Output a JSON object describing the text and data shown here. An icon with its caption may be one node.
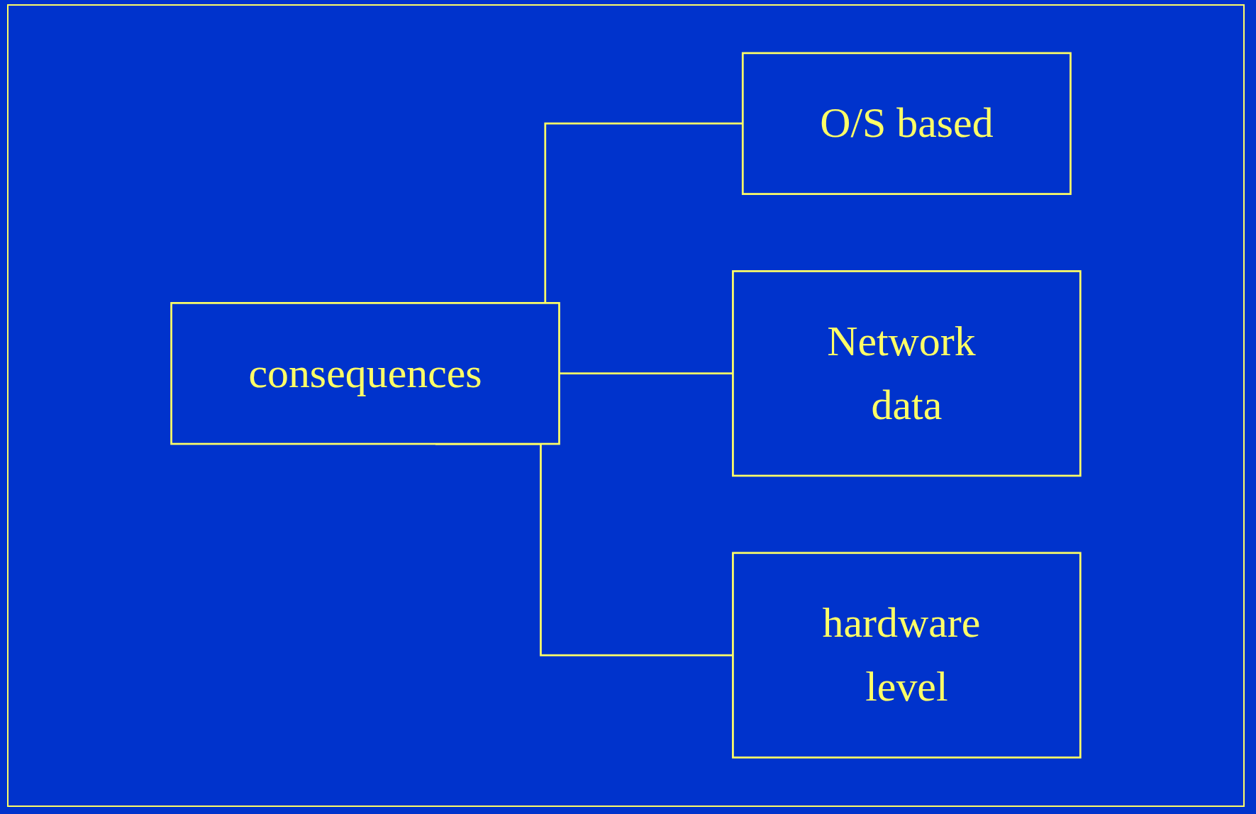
{
  "diagram": {
    "nodes": [
      {
        "text": [
          "consequences"
        ]
      },
      {
        "text": [
          "O/S based"
        ]
      },
      {
        "text": [
          "Network data"
        ]
      },
      {
        "text": [
          "hardware level"
        ]
      }
    ],
    "edges": [
      {
        "from": 0,
        "to": 1,
        "arrow": "none"
      },
      {
        "from": 0,
        "to": 2,
        "arrow": "none"
      },
      {
        "from": 0,
        "to": 3,
        "arrow": "none"
      }
    ]
  }
}
